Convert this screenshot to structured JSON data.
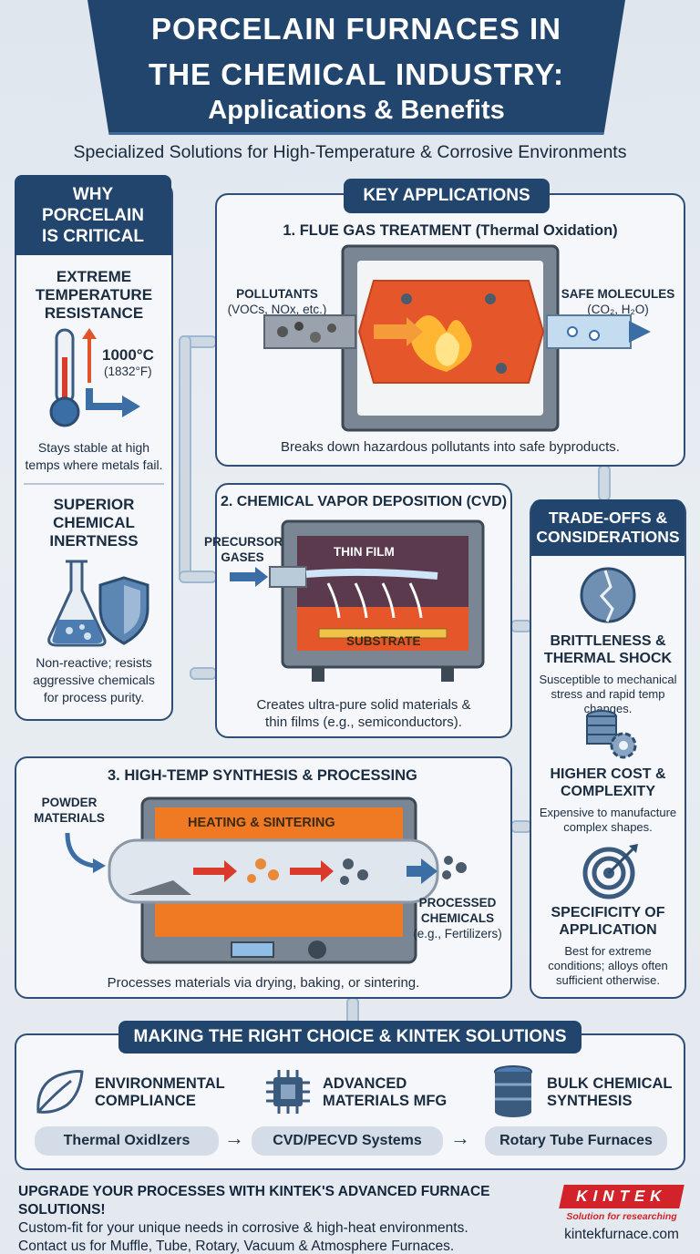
{
  "header": {
    "line1": "PORCELAIN FURNACES IN",
    "line2": "THE CHEMICAL INDUSTRY:",
    "line3": "Applications & Benefits"
  },
  "subtitle": "Specialized Solutions for High-Temperature & Corrosive Environments",
  "why": {
    "tag_line1": "WHY",
    "tag_line2": "PORCELAIN",
    "tag_line3": "IS CRITICAL",
    "temp_head_1": "EXTREME",
    "temp_head_2": "TEMPERATURE",
    "temp_head_3": "RESISTANCE",
    "temp_c": "1000°C",
    "temp_f": "(1832°F)",
    "temp_desc_1": "Stays stable at high",
    "temp_desc_2": "temps where metals fail.",
    "inert_head_1": "SUPERIOR",
    "inert_head_2": "CHEMICAL",
    "inert_head_3": "INERTNESS",
    "inert_desc_1": "Non-reactive; resists",
    "inert_desc_2": "aggressive chemicals",
    "inert_desc_3": "for process purity."
  },
  "key_apps": {
    "tag": "KEY APPLICATIONS",
    "flue_title": "1. FLUE GAS TREATMENT (Thermal Oxidation)",
    "pollutants": "POLLUTANTS",
    "pollutants_sub": "(VOCs, NOx, etc.)",
    "safe": "SAFE MOLECULES",
    "safe_sub": "(CO₂, H₂O)",
    "flue_desc": "Breaks down hazardous pollutants into safe byproducts.",
    "cvd_title": "2. CHEMICAL VAPOR DEPOSITION (CVD)",
    "precursor_1": "PRECURSOR",
    "precursor_2": "GASES",
    "thin_film": "THIN FILM",
    "substrate": "SUBSTRATE",
    "cvd_desc_1": "Creates ultra-pure solid materials &",
    "cvd_desc_2": "thin films (e.g., semiconductors).",
    "synth_title": "3. HIGH-TEMP SYNTHESIS & PROCESSING",
    "powder_1": "POWDER",
    "powder_2": "MATERIALS",
    "heating": "HEATING & SINTERING",
    "processed_1": "PROCESSED",
    "processed_2": "CHEMICALS",
    "processed_3": "(e.g., Fertilizers)",
    "synth_desc": "Processes materials via drying, baking, or sintering."
  },
  "trade": {
    "tag_1": "TRADE-OFFS &",
    "tag_2": "CONSIDERATIONS",
    "brittle_head_1": "BRITTLENESS &",
    "brittle_head_2": "THERMAL SHOCK",
    "brittle_desc_1": "Susceptible to mechanical",
    "brittle_desc_2": "stress and rapid temp changes.",
    "cost_head_1": "HIGHER COST &",
    "cost_head_2": "COMPLEXITY",
    "cost_desc_1": "Expensive to manufacture",
    "cost_desc_2": "complex shapes.",
    "spec_head_1": "SPECIFICITY OF",
    "spec_head_2": "APPLICATION",
    "spec_desc_1": "Best for extreme",
    "spec_desc_2": "conditions; alloys often",
    "spec_desc_3": "sufficient otherwise."
  },
  "choice": {
    "tag": "MAKING THE RIGHT CHOICE & KINTEK SOLUTIONS",
    "env_1": "ENVIRONMENTAL",
    "env_2": "COMPLIANCE",
    "adv_1": "ADVANCED",
    "adv_2": "MATERIALS MFG",
    "bulk_1": "BULK CHEMICAL",
    "bulk_2": "SYNTHESIS",
    "pill_1": "Thermal Oxidlzers",
    "pill_2": "CVD/PECVD Systems",
    "pill_3": "Rotary Tube Furnaces",
    "arrow": "→"
  },
  "footer": {
    "cta": "UPGRADE YOUR PROCESSES WITH KINTEK'S ADVANCED FURNACE SOLUTIONS!",
    "line2": "Custom-fit for your unique needs in corrosive & high-heat environments.",
    "line3": "Contact us for Muffle, Tube, Rotary, Vacuum & Atmosphere Furnaces.",
    "logo": "KINTEK",
    "logo_tagline": "Solution for researching",
    "site": "kintekfurnace.com"
  },
  "colors": {
    "navy": "#22456e",
    "accent_red": "#d2232a",
    "fire_orange": "#f07a24"
  }
}
